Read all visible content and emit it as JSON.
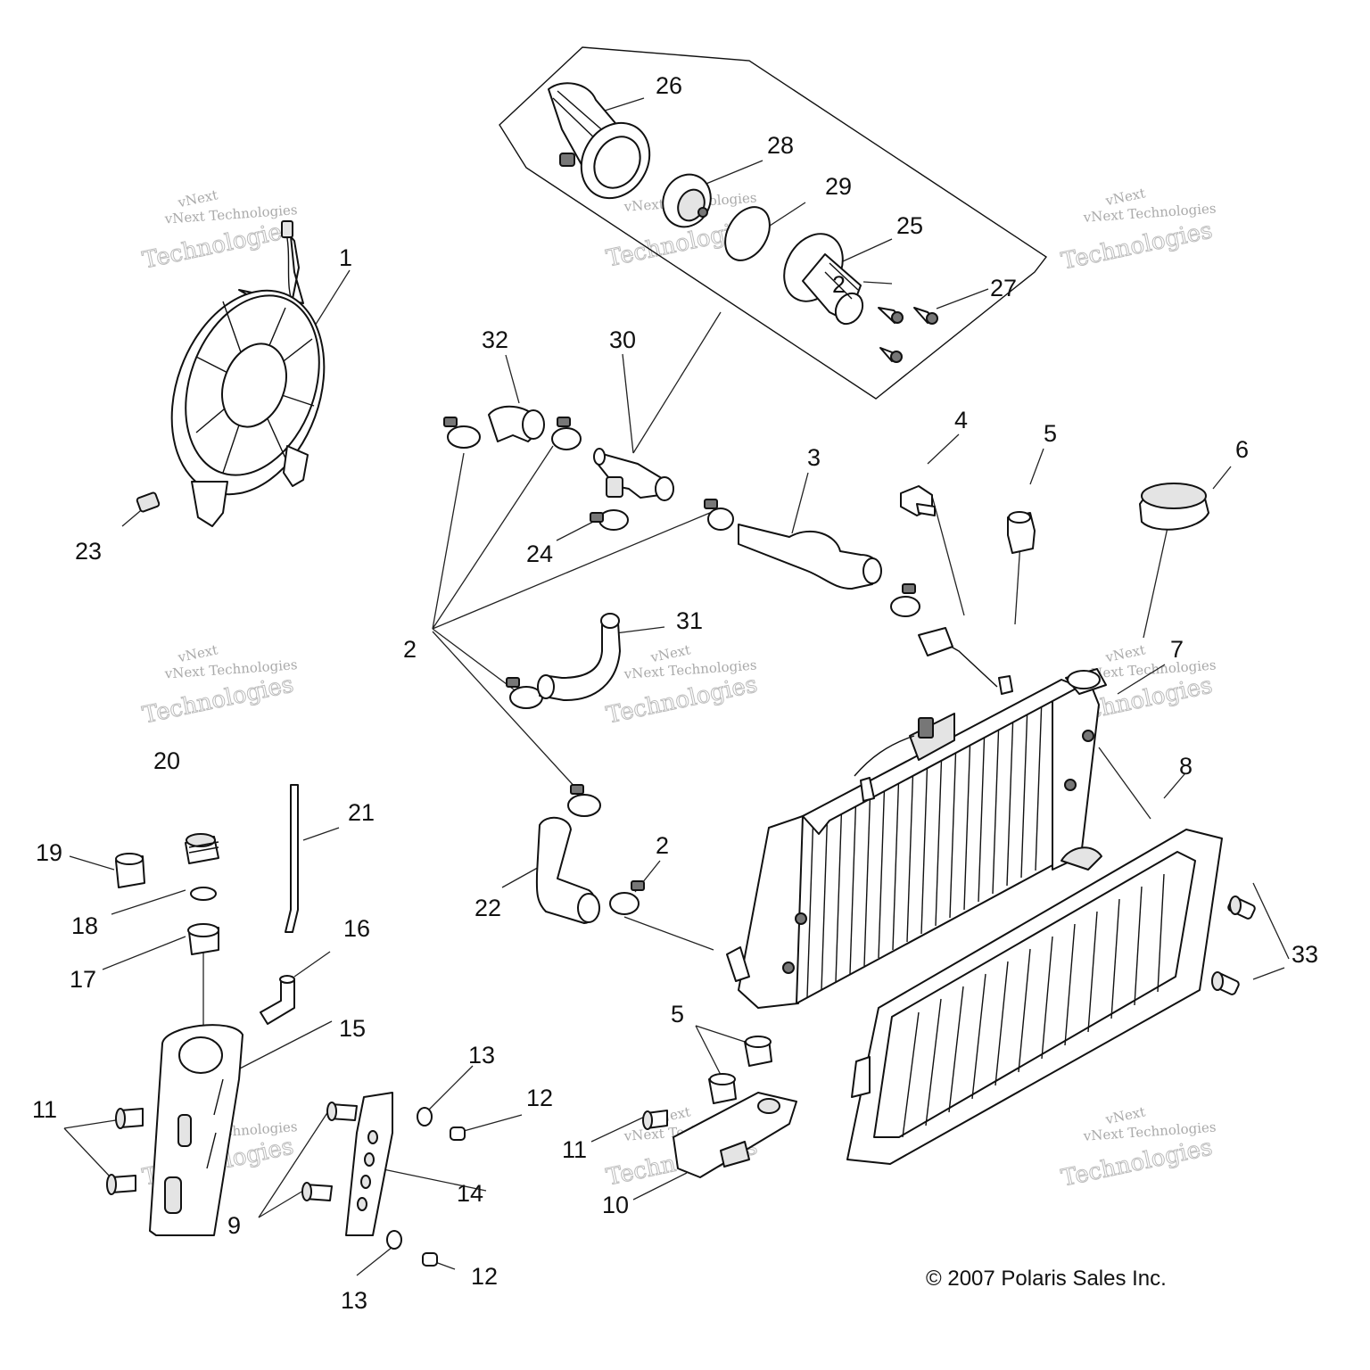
{
  "callouts": {
    "c1": "1",
    "c2": "2",
    "c3": "3",
    "c4": "4",
    "c5": "5",
    "c6": "6",
    "c7": "7",
    "c8": "8",
    "c9": "9",
    "c10": "10",
    "c11": "11",
    "c12": "12",
    "c13": "13",
    "c14": "14",
    "c15": "15",
    "c16": "16",
    "c17": "17",
    "c18": "18",
    "c19": "19",
    "c20": "20",
    "c21": "21",
    "c22": "22",
    "c23": "23",
    "c24": "24",
    "c25": "25",
    "c26": "26",
    "c27": "27",
    "c28": "28",
    "c29": "29",
    "c30": "30",
    "c31": "31",
    "c32": "32",
    "c33": "33"
  },
  "watermark": {
    "brand": "vNext",
    "company": "vNext Technologies",
    "word": "Technologies"
  },
  "copyright": "© 2007 Polaris Sales Inc.",
  "colors": {
    "ink": "#111111",
    "watermark": "#aaaaaa",
    "background": "#ffffff"
  }
}
